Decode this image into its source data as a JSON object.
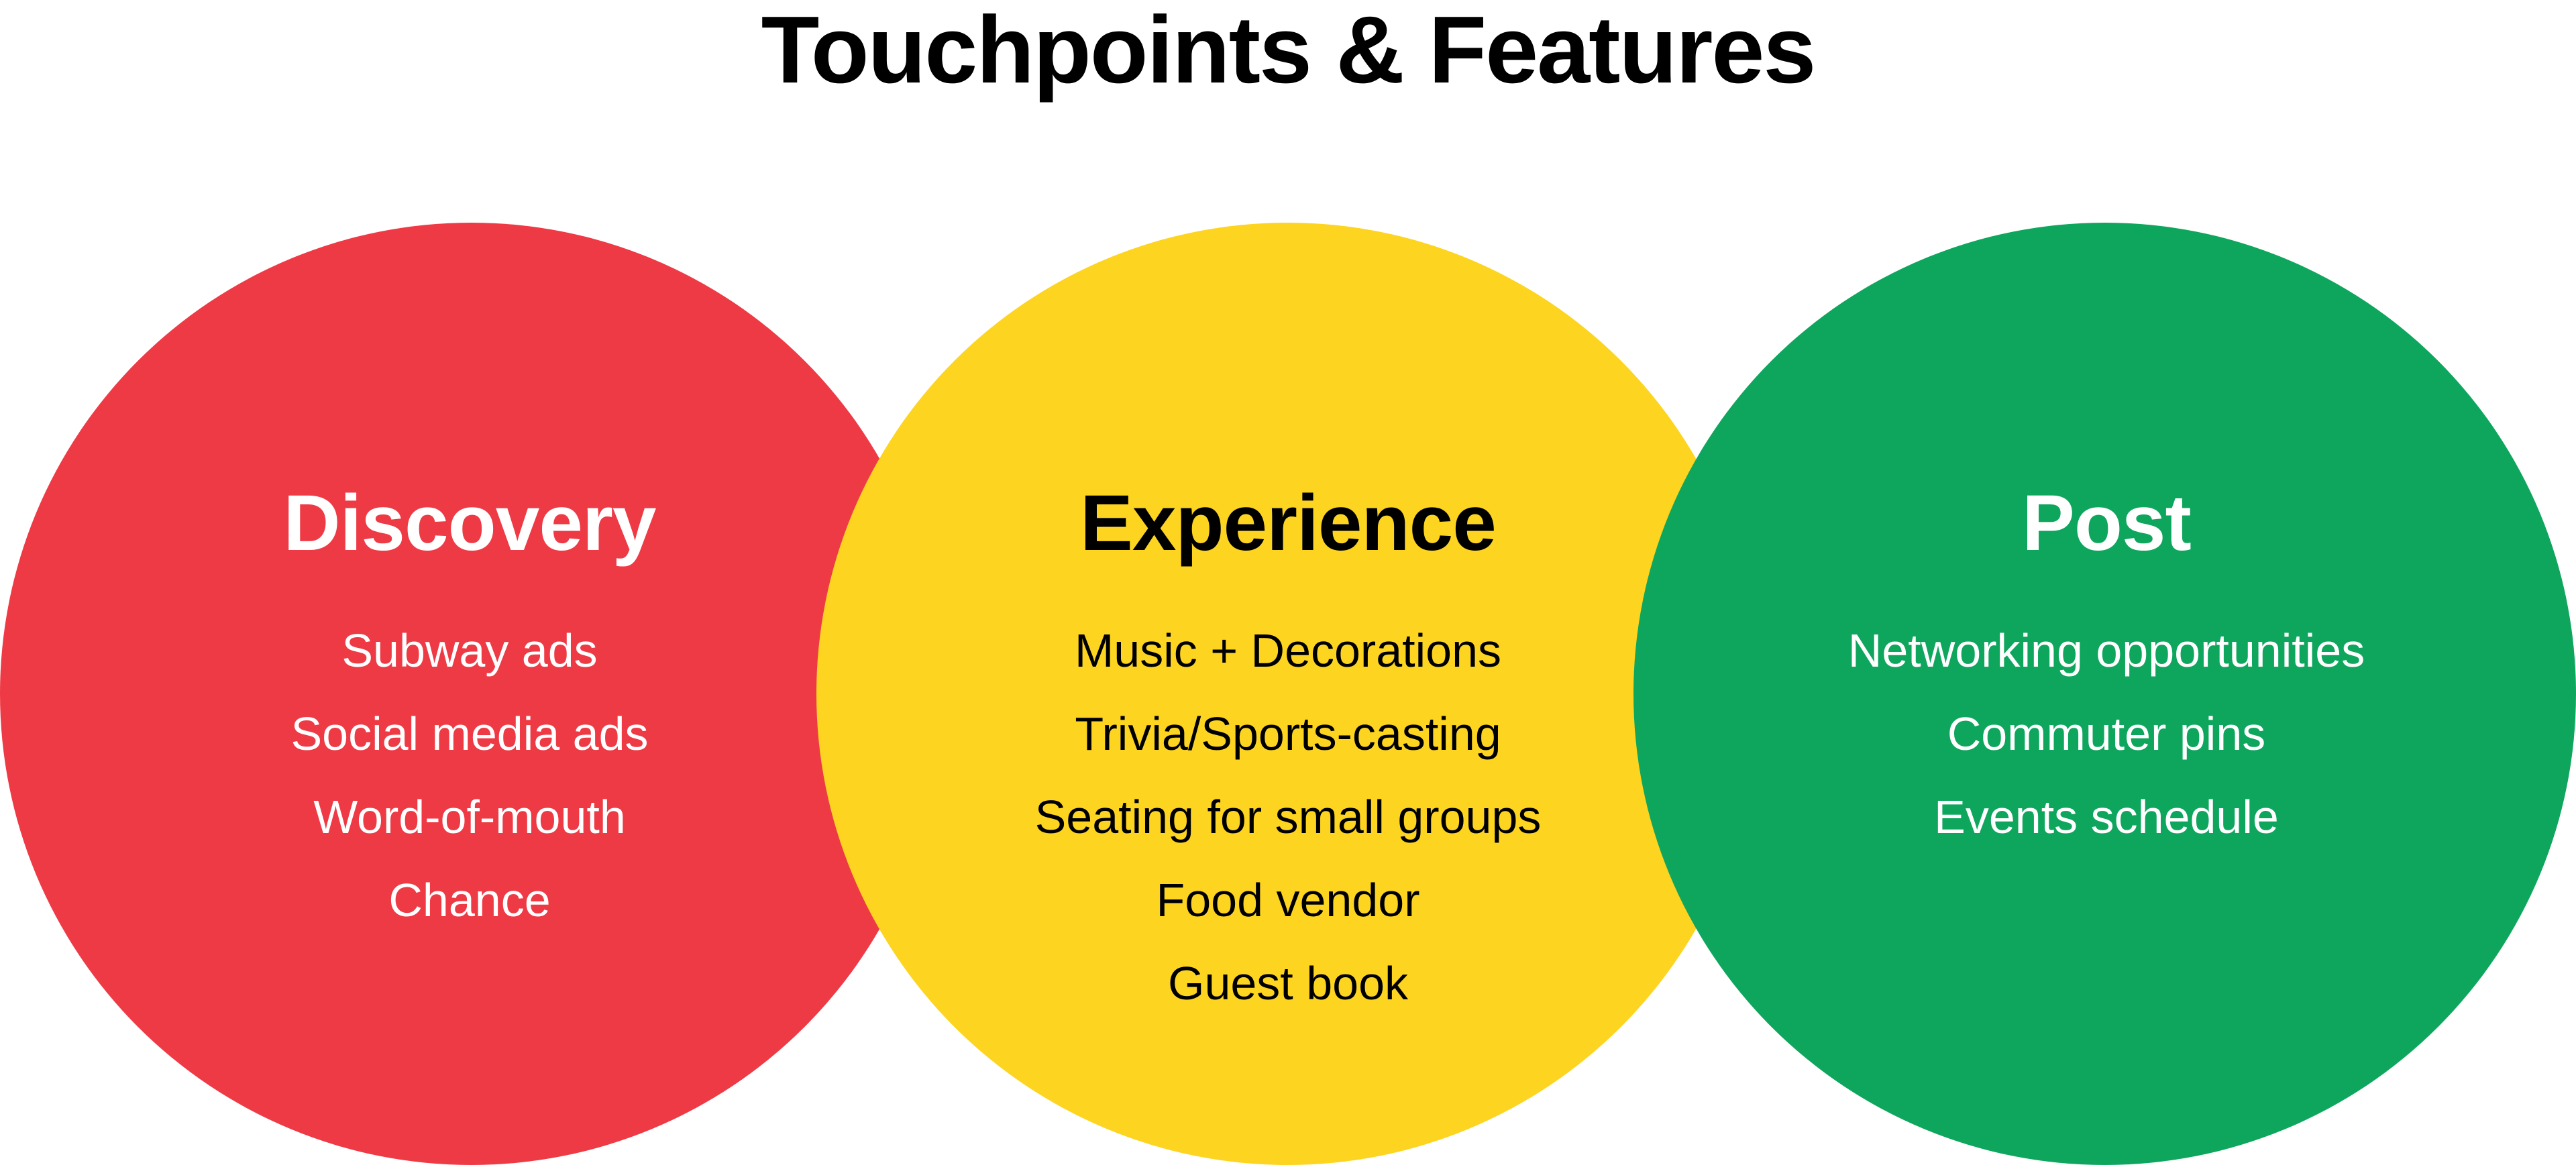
{
  "title": "Touchpoints & Features",
  "colors": {
    "discovery": "#ee3a45",
    "experience": "#fdd420",
    "post": "#0ea65d",
    "text_light": "#ffffff",
    "text_dark": "#000000"
  },
  "stages": [
    {
      "heading": "Discovery",
      "items": [
        "Subway ads",
        "Social media ads",
        "Word-of-mouth",
        "Chance"
      ]
    },
    {
      "heading": "Experience",
      "items": [
        "Music + Decorations",
        "Trivia/Sports-casting",
        "Seating for small groups",
        "Food vendor",
        "Guest book"
      ]
    },
    {
      "heading": "Post",
      "items": [
        "Networking opportunities",
        "Commuter pins",
        "Events schedule"
      ]
    }
  ]
}
